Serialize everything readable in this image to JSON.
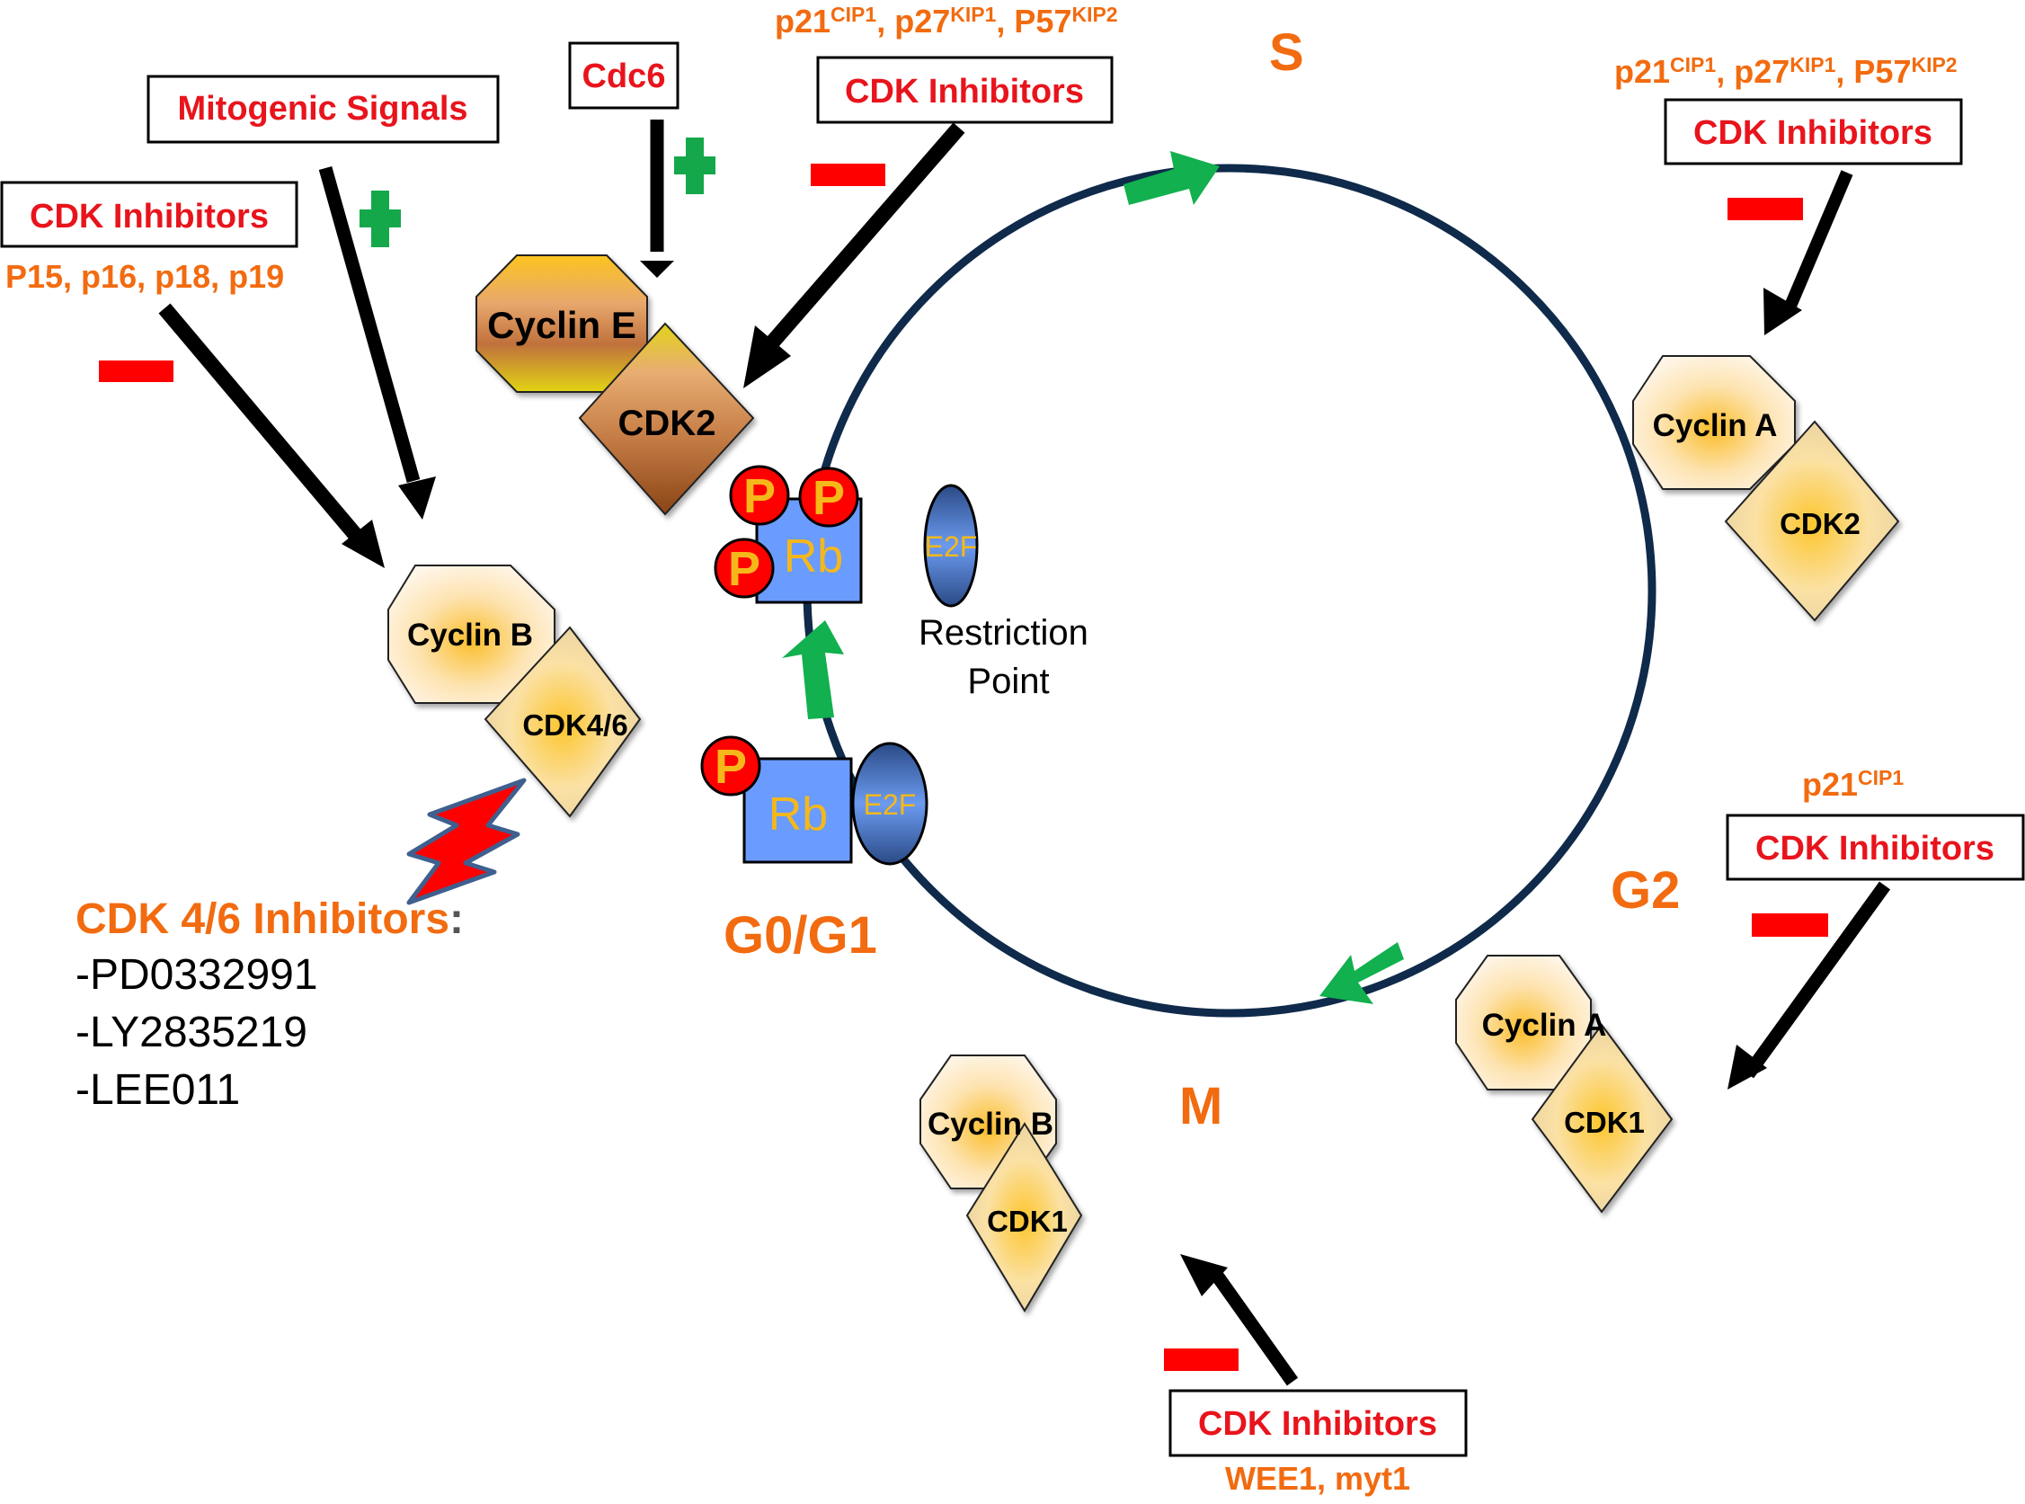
{
  "phases": {
    "s": "S",
    "g2": "G2",
    "m": "M",
    "g0g1": "G0/G1"
  },
  "regulators": {
    "mitogenic_signals": {
      "label": "Mitogenic Signals",
      "effect": "+"
    },
    "cdc6": {
      "label": "Cdc6",
      "effect": "+"
    },
    "cdk_inhibitors_ink4": {
      "label": "CDK Inhibitors",
      "members": "P15, p16, p18, p19",
      "effect": "-"
    },
    "cdk_inhibitors_cyclinE": {
      "label": "CDK Inhibitors",
      "members": [
        {
          "base": "p21",
          "sup": "CIP1"
        },
        {
          "base": "p27",
          "sup": "KIP1"
        },
        {
          "base": "P57",
          "sup": "KIP2"
        }
      ],
      "effect": "-"
    },
    "cdk_inhibitors_cyclinA": {
      "label": "CDK Inhibitors",
      "members": [
        {
          "base": "p21",
          "sup": "CIP1"
        },
        {
          "base": "p27",
          "sup": "KIP1"
        },
        {
          "base": "P57",
          "sup": "KIP2"
        }
      ],
      "effect": "-"
    },
    "cdk_inhibitors_g2": {
      "label": "CDK Inhibitors",
      "members": [
        {
          "base": "p21",
          "sup": "CIP1"
        }
      ],
      "effect": "-"
    },
    "cdk_inhibitors_m": {
      "label": "CDK Inhibitors",
      "members": "WEE1, myt1",
      "effect": "-"
    }
  },
  "complexes": {
    "cyclinE_cdk2": {
      "cyclin": "Cyclin E",
      "cdk": "CDK2"
    },
    "cyclinB_cdk46": {
      "cyclin": "Cyclin B",
      "cdk": "CDK4/6"
    },
    "cyclinA_cdk2": {
      "cyclin": "Cyclin A",
      "cdk": "CDK2"
    },
    "cyclinA_cdk1": {
      "cyclin": "Cyclin A",
      "cdk": "CDK1"
    },
    "cyclinB_cdk1": {
      "cyclin": "Cyclin B",
      "cdk": "CDK1"
    }
  },
  "rb": {
    "rb_label": "Rb",
    "e2f_label": "E2F",
    "phospho_label": "P",
    "restriction_point": [
      "Restriction",
      "Point"
    ]
  },
  "cdk46_inhibitors": {
    "title": "CDK 4/6 Inhibitors",
    "colon": ":",
    "drugs": [
      "-PD0332991",
      "-LY2835219",
      "-LEE011"
    ]
  },
  "symbols": {
    "plus": "+",
    "minus": "-"
  },
  "colors": {
    "inhibitor_text": "#e8141c",
    "member_text": "#f26b10",
    "plus_green": "#14a84a",
    "minus_red": "#ff0000",
    "cycle_ring": "#0f2a4a",
    "cycle_arrow": "#12b04e",
    "rb_blue": "#6a9bff",
    "phospho_red": "#ff0000",
    "phospho_text": "#f5b81a"
  }
}
